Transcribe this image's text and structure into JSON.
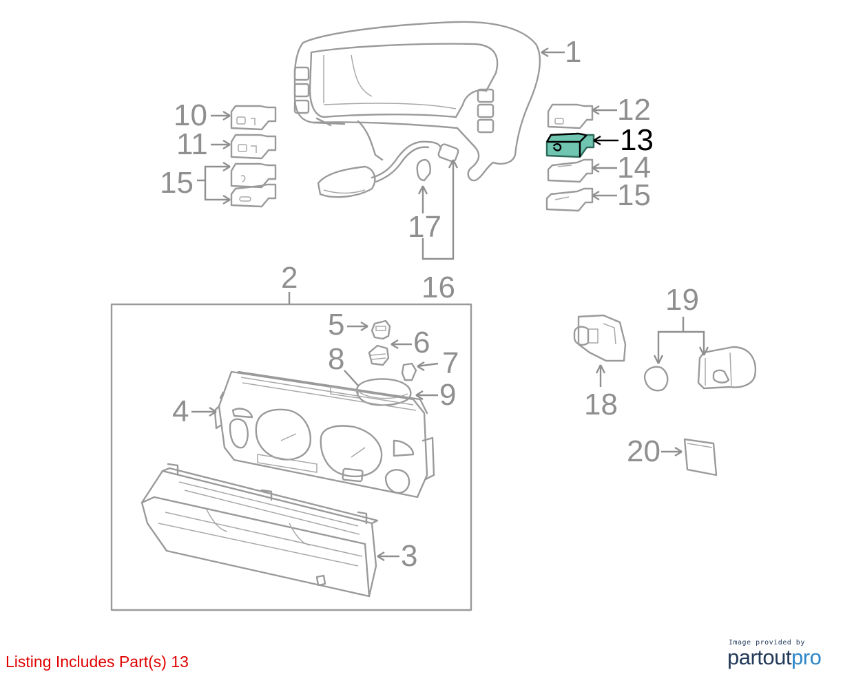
{
  "callouts": [
    {
      "id": "1",
      "text": "1",
      "highlighted": false
    },
    {
      "id": "2",
      "text": "2",
      "highlighted": false
    },
    {
      "id": "3",
      "text": "3",
      "highlighted": false
    },
    {
      "id": "4",
      "text": "4",
      "highlighted": false
    },
    {
      "id": "5",
      "text": "5",
      "highlighted": false
    },
    {
      "id": "6",
      "text": "6",
      "highlighted": false
    },
    {
      "id": "7",
      "text": "7",
      "highlighted": false
    },
    {
      "id": "8",
      "text": "8",
      "highlighted": false
    },
    {
      "id": "9",
      "text": "9",
      "highlighted": false
    },
    {
      "id": "10",
      "text": "10",
      "highlighted": false
    },
    {
      "id": "11",
      "text": "11",
      "highlighted": false
    },
    {
      "id": "12",
      "text": "12",
      "highlighted": false
    },
    {
      "id": "13",
      "text": "13",
      "highlighted": true
    },
    {
      "id": "14",
      "text": "14",
      "highlighted": false
    },
    {
      "id": "15a",
      "text": "15",
      "highlighted": false
    },
    {
      "id": "15b",
      "text": "15",
      "highlighted": false
    },
    {
      "id": "16",
      "text": "16",
      "highlighted": false
    },
    {
      "id": "17",
      "text": "17",
      "highlighted": false
    },
    {
      "id": "18",
      "text": "18",
      "highlighted": false
    },
    {
      "id": "19",
      "text": "19",
      "highlighted": false
    },
    {
      "id": "20",
      "text": "20",
      "highlighted": false
    }
  ],
  "listing_note": "Listing Includes Part(s) 13",
  "brand": {
    "caption": "Image provided by",
    "logo_main": "partout",
    "logo_accent": "pro"
  },
  "colors": {
    "line_art": "#9a9a9a",
    "highlight_fill": "#6fc5b0",
    "highlight_text": "#000000",
    "note_text": "#e00000",
    "brand_dark": "#233a5a",
    "brand_accent": "#2f86c8"
  }
}
